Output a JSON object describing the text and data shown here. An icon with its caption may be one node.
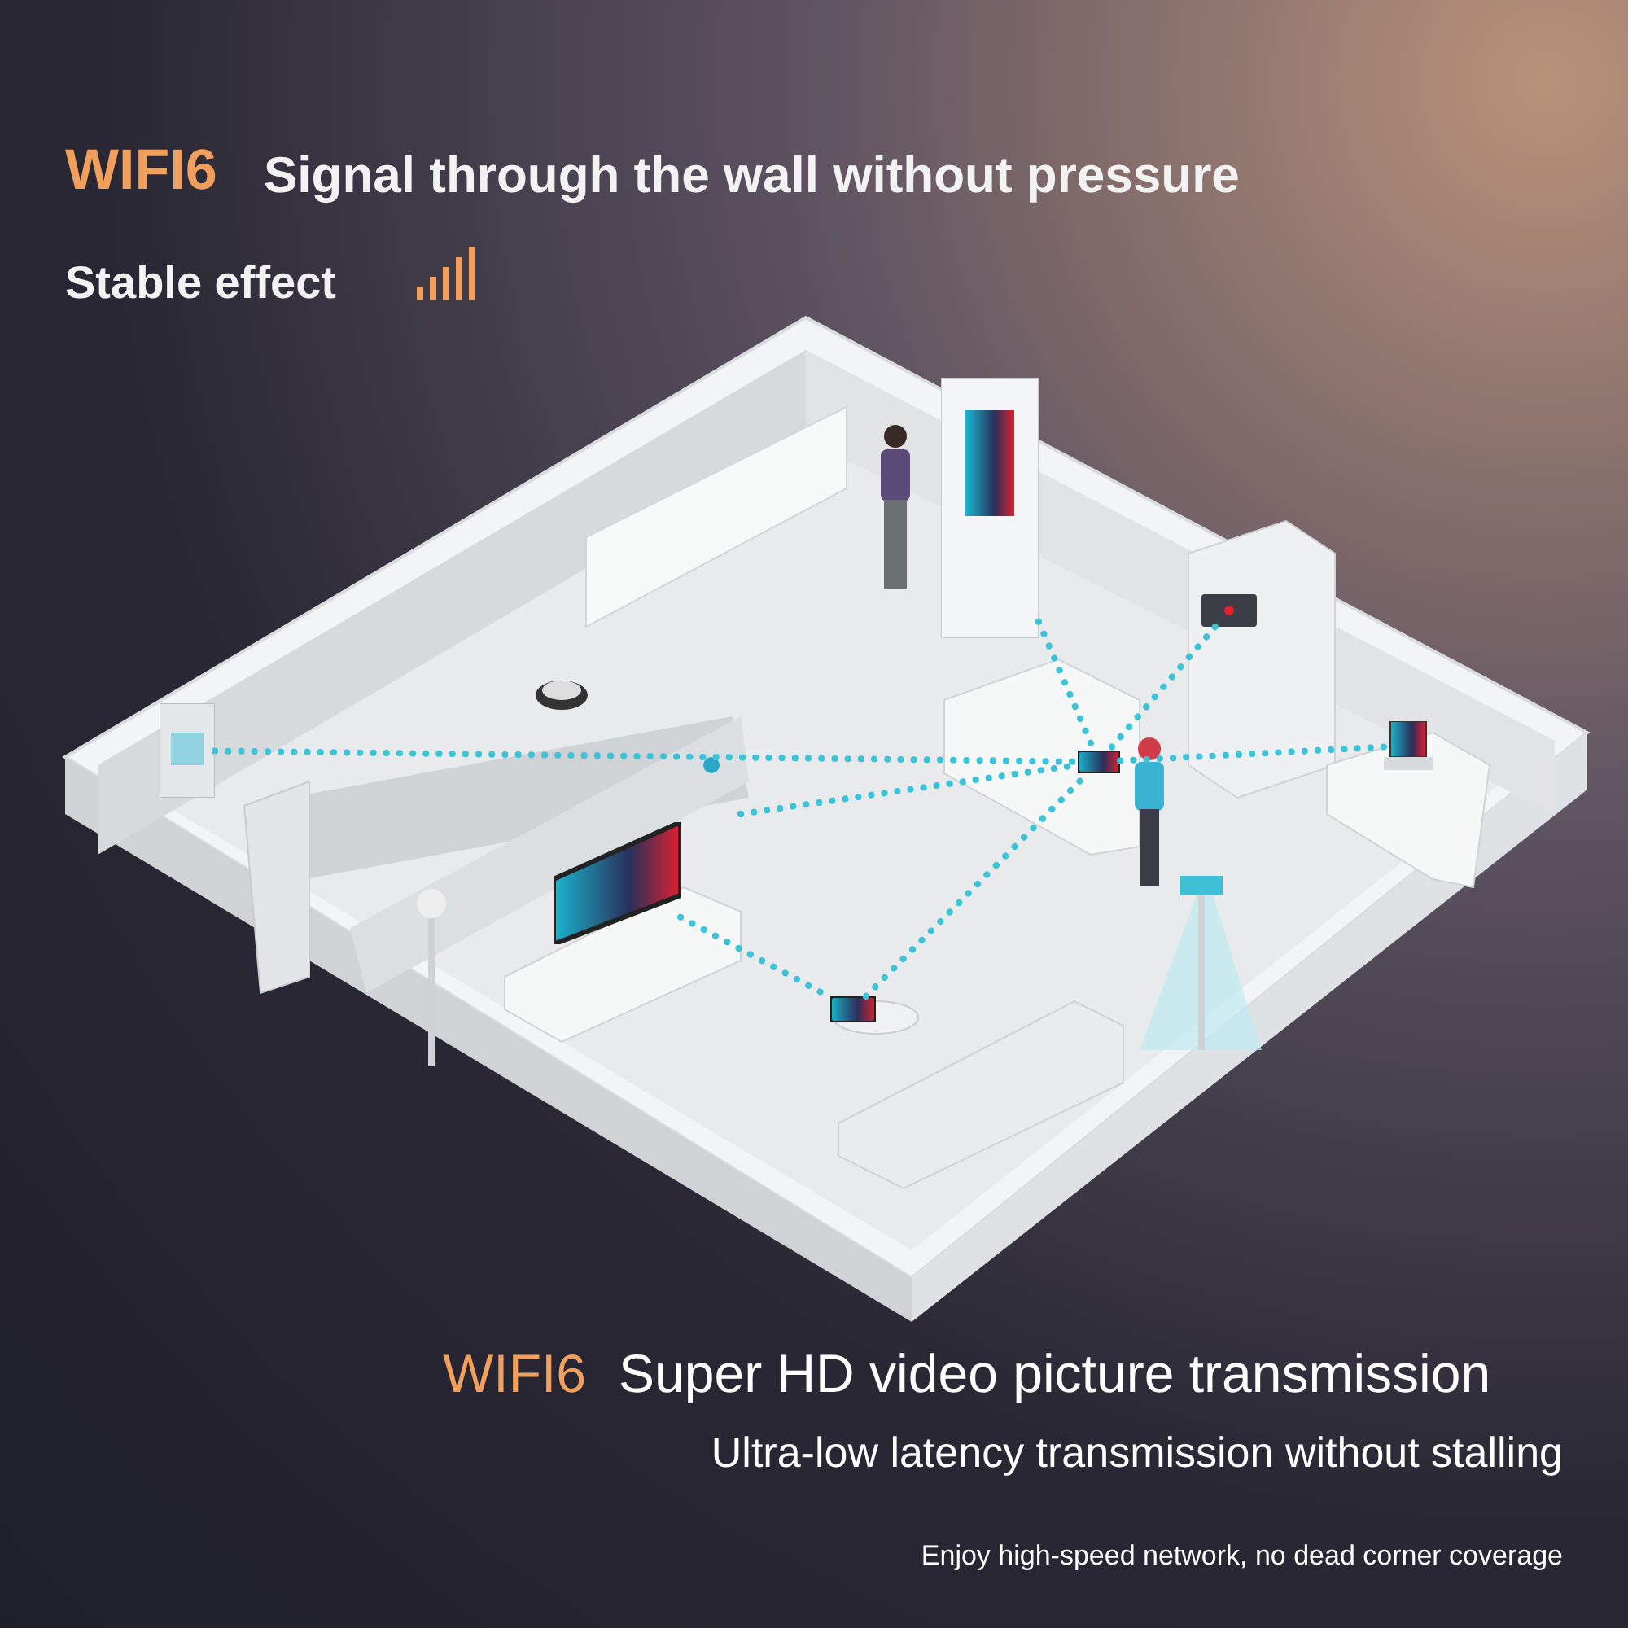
{
  "diagram": {
    "nodes": [
      {
        "text": [],
        "shape": "picture"
      },
      {
        "text": [],
        "shape": "picture"
      },
      {
        "text": [],
        "shape": "picture"
      },
      {
        "text": [],
        "shape": "picture"
      },
      {
        "text": [],
        "shape": "picture"
      },
      {
        "text": [],
        "shape": "picture"
      },
      {
        "text": [],
        "shape": "picture"
      }
    ],
    "edges": [
      {
        "from": 1,
        "to": 0,
        "arrow": "none"
      },
      {
        "from": 2,
        "to": 0,
        "arrow": "none"
      },
      {
        "from": 3,
        "to": 0,
        "arrow": "none"
      },
      {
        "from": 4,
        "to": 0,
        "arrow": "none"
      },
      {
        "from": null,
        "to": 0,
        "arrow": "none"
      },
      {
        "from": 6,
        "to": 0,
        "arrow": "none"
      },
      {
        "from": 5,
        "to": 6,
        "arrow": "none"
      }
    ],
    "labels": [
      "WIFI6",
      "Signal through the wall without pressure",
      "Stable effect",
      "WIFI6",
      "Super HD video picture transmission",
      "Ultra-low latency transmission without stalling",
      "Enjoy high-speed network, no dead corner coverage"
    ]
  }
}
